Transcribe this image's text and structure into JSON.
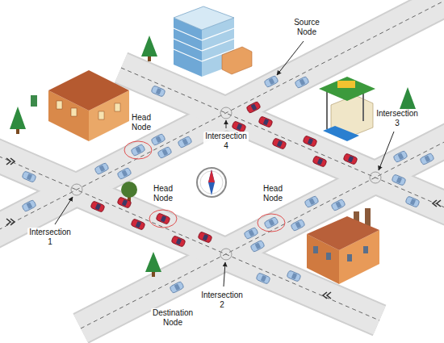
{
  "diagram": {
    "labels": [
      "Source Node",
      "Intersection 3",
      "Head Node",
      "Intersection 4",
      "Head Node",
      "Head Node",
      "Intersection 1",
      "Intersection 2",
      "Destination Node"
    ]
  }
}
